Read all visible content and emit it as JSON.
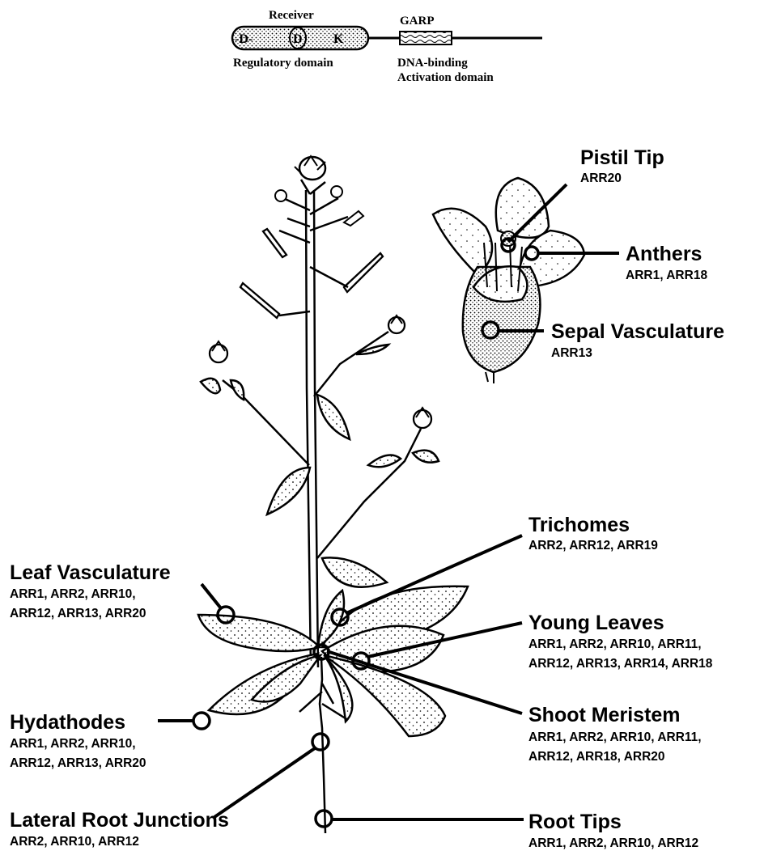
{
  "domain": {
    "receiver_label": "Receiver",
    "garp_label": "GARP",
    "regulatory_label": "Regulatory domain",
    "dna_binding_label": "DNA-binding",
    "activation_label": "Activation domain",
    "box_letters": [
      "-D-",
      "D",
      "K"
    ]
  },
  "callouts": {
    "pistil_tip": {
      "title": "Pistil Tip",
      "genes": [
        "ARR20"
      ]
    },
    "anthers": {
      "title": "Anthers",
      "genes": [
        "ARR1, ARR18"
      ]
    },
    "sepal_vasculature": {
      "title": "Sepal Vasculature",
      "genes": [
        "ARR13"
      ]
    },
    "trichomes": {
      "title": "Trichomes",
      "genes": [
        "ARR2, ARR12, ARR19"
      ]
    },
    "leaf_vasculature": {
      "title": "Leaf Vasculature",
      "genes": [
        "ARR1, ARR2, ARR10,",
        "ARR12, ARR13, ARR20"
      ]
    },
    "young_leaves": {
      "title": "Young Leaves",
      "genes": [
        "ARR1, ARR2, ARR10, ARR11,",
        "ARR12, ARR13, ARR14, ARR18"
      ]
    },
    "hydathodes": {
      "title": "Hydathodes",
      "genes": [
        "ARR1, ARR2, ARR10,",
        "ARR12, ARR13, ARR20"
      ]
    },
    "shoot_meristem": {
      "title": "Shoot Meristem",
      "genes": [
        "ARR1, ARR2, ARR10,  ARR11,",
        "ARR12, ARR18, ARR20"
      ]
    },
    "lateral_root_junctions": {
      "title": "Lateral Root Junctions",
      "genes": [
        "ARR2, ARR10, ARR12"
      ]
    },
    "root_tips": {
      "title": "Root Tips",
      "genes": [
        "ARR1, ARR2, ARR10, ARR12"
      ]
    }
  }
}
